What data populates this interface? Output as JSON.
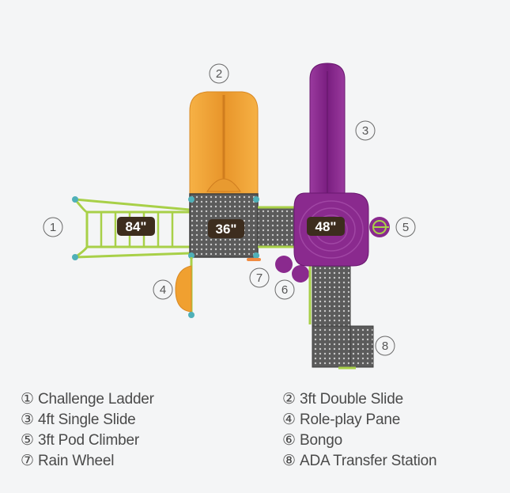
{
  "deck_heights": [
    "84\"",
    "36\"",
    "48\""
  ],
  "callouts": [
    "1",
    "2",
    "3",
    "4",
    "5",
    "6",
    "7",
    "8"
  ],
  "legend": [
    {
      "num": "①",
      "label": "Challenge Ladder"
    },
    {
      "num": "②",
      "label": "3ft Double Slide"
    },
    {
      "num": "③",
      "label": "4ft Single Slide"
    },
    {
      "num": "④",
      "label": "Role-play Pane"
    },
    {
      "num": "⑤",
      "label": "3ft Pod Climber"
    },
    {
      "num": "⑥",
      "label": "Bongo"
    },
    {
      "num": "⑦",
      "label": "Rain Wheel"
    },
    {
      "num": "⑧",
      "label": "ADA Transfer Station"
    }
  ],
  "colors": {
    "orange": "#f0a030",
    "purple": "#8a2a8e",
    "green": "#a8d048",
    "deck": "#5a5a5a",
    "teal": "#4fb0b8"
  }
}
